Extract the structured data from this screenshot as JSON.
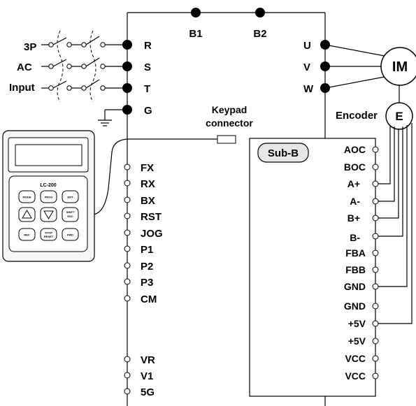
{
  "power_input": {
    "label_line1": "3P",
    "label_line2": "AC",
    "label_line3": "Input"
  },
  "main_terminals": [
    "R",
    "S",
    "T",
    "G"
  ],
  "brake_terminals": [
    "B1",
    "B2"
  ],
  "output_terminals": [
    "U",
    "V",
    "W"
  ],
  "motor": {
    "label": "IM"
  },
  "encoder": {
    "caption": "Encoder",
    "label": "E"
  },
  "keypad_connector": {
    "line1": "Keypad",
    "line2": "connector"
  },
  "keypad": {
    "model": "LC-200",
    "buttons": {
      "mode": "MODE",
      "prog": "PROG",
      "ent": "ENT",
      "shift_line1": "SHIFT",
      "shift_line2": "ESC",
      "rev": "REV",
      "stop_line1": "STOP",
      "stop_line2": "RESET",
      "fwd": "FWD"
    }
  },
  "control_inputs": [
    "FX",
    "RX",
    "BX",
    "RST",
    "JOG",
    "P1",
    "P2",
    "P3",
    "CM"
  ],
  "analog_inputs": [
    "VR",
    "V1",
    "5G"
  ],
  "sub_board": {
    "label": "Sub-B",
    "terminals": [
      "AOC",
      "BOC",
      "A+",
      "A-",
      "B+",
      "B-",
      "FBA",
      "FBB",
      "GND",
      "GND",
      "+5V",
      "+5V",
      "VCC",
      "VCC"
    ]
  }
}
